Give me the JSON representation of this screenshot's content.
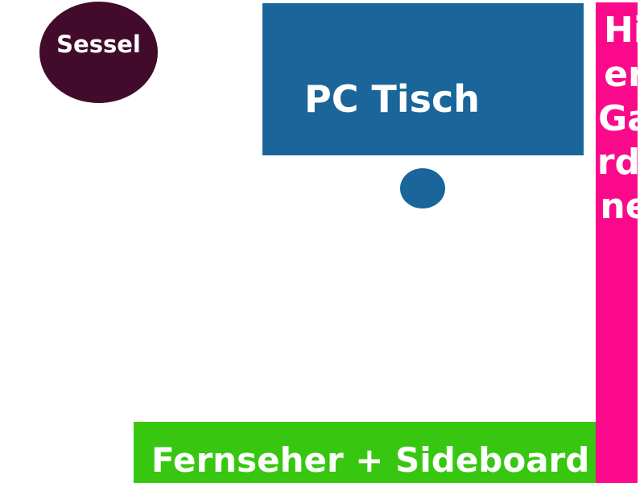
{
  "furniture": {
    "sessel": {
      "label": "Sessel",
      "color": "#430b2b"
    },
    "pc_tisch": {
      "label": "PC Tisch",
      "color": "#1a6599"
    },
    "stuhl": {
      "label": "",
      "color": "#1a6599"
    },
    "gardine": {
      "label": "HierGardine",
      "color": "#fa0a8a"
    },
    "tv_sideboard": {
      "label": "Fernseher + Sideboard",
      "color": "#38c711"
    }
  },
  "text_color": "#ffffff"
}
